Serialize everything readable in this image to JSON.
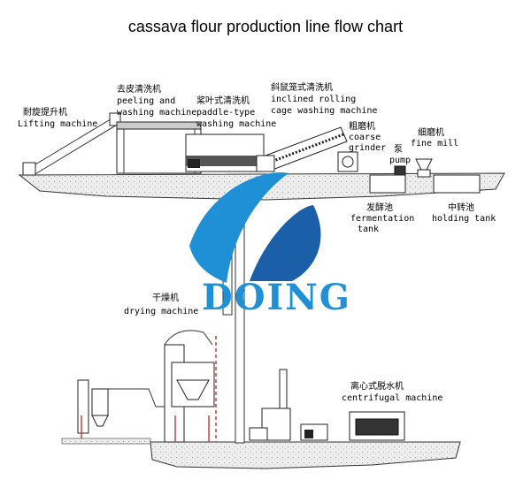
{
  "title": "cassava flour production line flow chart",
  "brand": "DOING",
  "colors": {
    "brand_blue": "#1f8fd6",
    "brand_dark_blue": "#1a5fa8",
    "ground_fill": "#eeeeee",
    "pipe_red": "#c0392b"
  },
  "labels": {
    "lifting_cn": "耐旋提升机",
    "lifting_en": "Lifting machine",
    "peeling_cn": "去皮清洗机",
    "peeling_en1": "peeling and",
    "peeling_en2": "washing machine",
    "paddle_cn": "桨叶式清洗机",
    "paddle_en1": "paddle-type",
    "paddle_en2": "washing machine",
    "cage_cn": "斜鼠笼式清洗机",
    "cage_en1": "inclined rolling",
    "cage_en2": "cage washing machine",
    "grinder_cn": "粗磨机",
    "grinder_en1": "coarse",
    "grinder_en2": "grinder",
    "pump_cn": "泵",
    "pump_en": "pump",
    "finemill_cn": "细磨机",
    "finemill_en": "fine mill",
    "ferment_cn": "发酵池",
    "ferment_en1": "fermentation",
    "ferment_en2": "tank",
    "holding_cn": "中转池",
    "holding_en": "holding tank",
    "drying_cn": "干燥机",
    "drying_en": "drying machine",
    "centri_cn": "离心式脱水机",
    "centri_en": "centrifugal machine"
  }
}
